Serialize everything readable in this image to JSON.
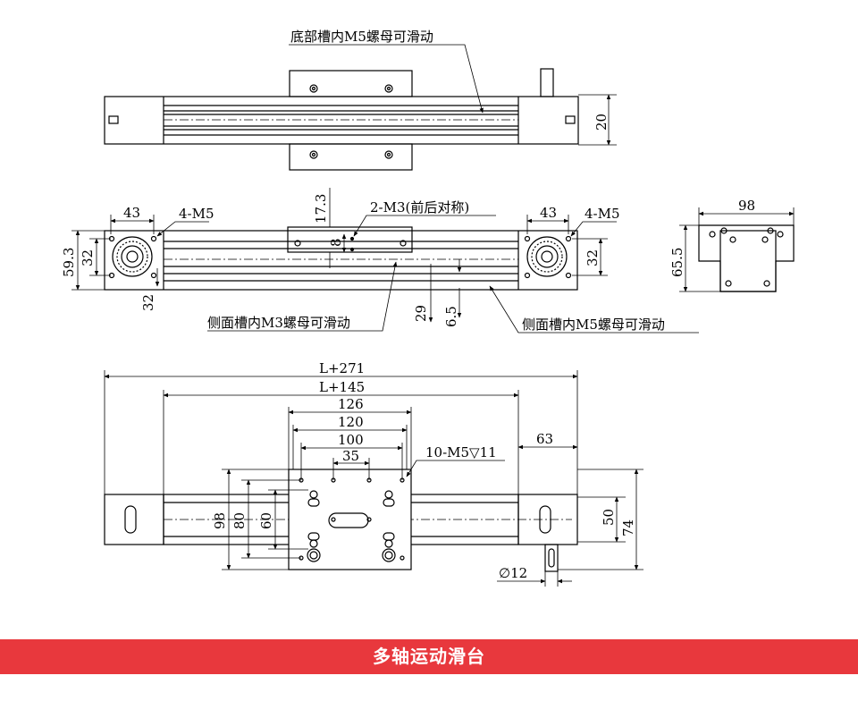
{
  "labels": {
    "bottom_slot": "底部槽内M5螺母可滑动",
    "dim_20": "20",
    "dim_43_left": "43",
    "dim_4m5_left": "4-M5",
    "dim_17_3": "17.3",
    "dim_2m3": "2-M3(前后对称)",
    "dim_8": "8",
    "dim_43_right": "43",
    "dim_4m5_right": "4-M5",
    "dim_59_3": "59.3",
    "dim_32_left": "32",
    "dim_32_right": "32",
    "dim_32_bottom": "32",
    "dim_29": "29",
    "dim_6_5": "6.5",
    "side_m3": "侧面槽内M3螺母可滑动",
    "side_m5": "侧面槽内M5螺母可滑动",
    "dim_98_top": "98",
    "dim_65_5": "65.5",
    "dim_L271": "L+271",
    "dim_L145": "L+145",
    "dim_126": "126",
    "dim_120": "120",
    "dim_100": "100",
    "dim_35": "35",
    "dim_10m5": "10-M5▽11",
    "dim_63": "63",
    "dim_98": "98",
    "dim_80": "80",
    "dim_60": "60",
    "dim_50": "50",
    "dim_74": "74",
    "dim_phi12": "∅12"
  },
  "footer": {
    "title": "多轴运动滑台"
  }
}
